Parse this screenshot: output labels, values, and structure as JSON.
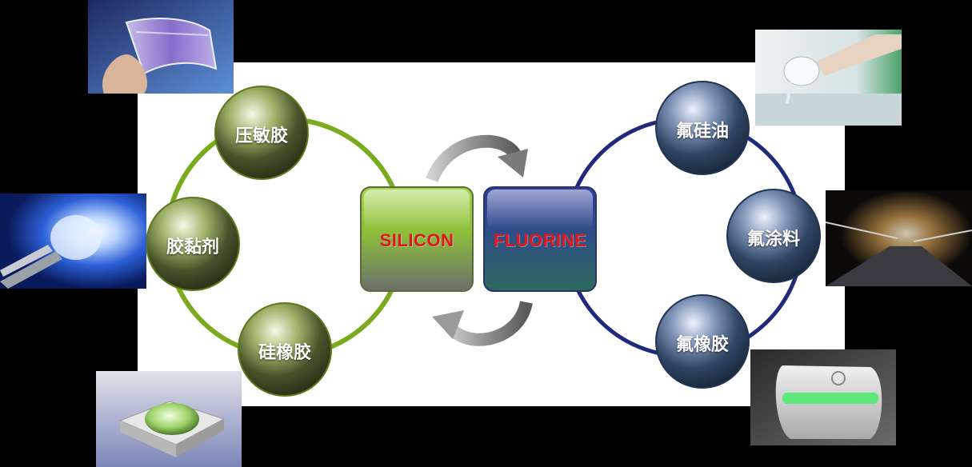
{
  "center": {
    "left_box": {
      "label": "SILICON",
      "color": "#8cc63e"
    },
    "right_box": {
      "label": "FLUORINE",
      "color": "#2f4fa0"
    }
  },
  "left_cycle": {
    "ring_color": "#7aab1f",
    "nodes": [
      {
        "label": "压敏胶"
      },
      {
        "label": "胶黏剂"
      },
      {
        "label": "硅橡胶"
      }
    ]
  },
  "right_cycle": {
    "ring_color": "#1f2a7a",
    "nodes": [
      {
        "label": "氟硅油"
      },
      {
        "label": "氟涂料"
      },
      {
        "label": "氟橡胶"
      }
    ]
  },
  "photos": [
    {
      "subject": "flexible film"
    },
    {
      "subject": "LED lamp"
    },
    {
      "subject": "SMD LED"
    },
    {
      "subject": "pouring liquid"
    },
    {
      "subject": "illuminated walkway"
    },
    {
      "subject": "green button"
    }
  ]
}
